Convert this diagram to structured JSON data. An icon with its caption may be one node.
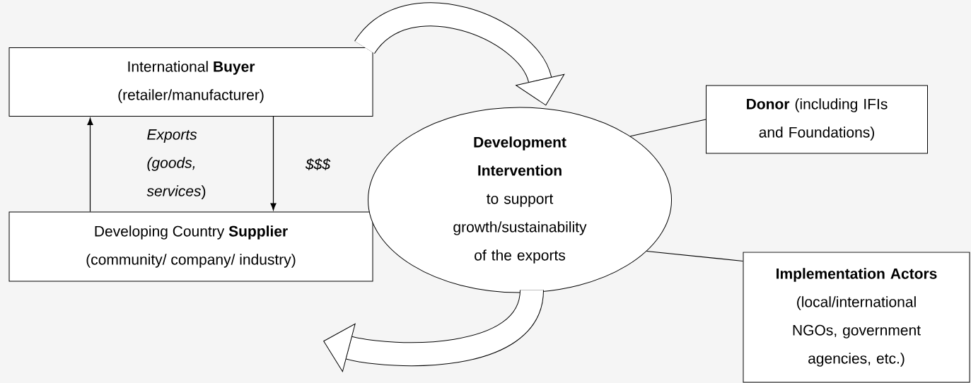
{
  "diagram": {
    "nodes": [
      {
        "text": [
          "International **Buyer**",
          "(retailer/manufacturer)"
        ]
      },
      {
        "text": [
          "Developing Country **Supplier**",
          "(community/ company/ industry)"
        ]
      },
      {
        "text": [
          "**Development Intervention** to support growth/sustainability of the exports"
        ]
      },
      {
        "text": [
          "**Donor** (including IFIs and Foundations)"
        ]
      },
      {
        "text": [
          "Implementation Actors",
          "(local/international NGOs, government agencies, etc.)"
        ]
      }
    ],
    "edges": [
      {
        "from": 1,
        "to": 0,
        "arrow": "to",
        "label": "*Exports (goods, services*)"
      },
      {
        "from": 0,
        "to": 1,
        "arrow": "to",
        "label": "$$$"
      },
      {
        "from": 2,
        "to": 3,
        "arrow": "none"
      },
      {
        "from": 2,
        "to": 4,
        "arrow": "none"
      },
      {
        "from": 0,
        "to": 2,
        "arrow": "to",
        "style": "thick"
      },
      {
        "from": 2,
        "to": null,
        "arrow": "to",
        "style": "thick"
      }
    ]
  }
}
